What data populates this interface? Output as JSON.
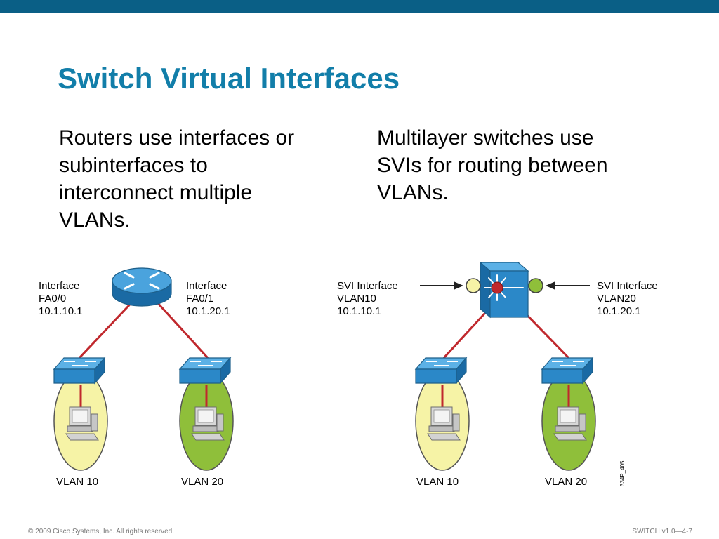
{
  "slide": {
    "title": "Switch Virtual Interfaces",
    "left_text": [
      "Routers use interfaces or",
      "subinterfaces to",
      "interconnect multiple",
      "VLANs."
    ],
    "right_text": [
      "Multilayer switches use",
      "SVIs for routing between",
      "VLANs."
    ]
  },
  "left_diagram": {
    "interface_left": [
      "Interface",
      "FA0/0",
      "10.1.10.1"
    ],
    "interface_right": [
      "Interface",
      "FA0/1",
      "10.1.20.1"
    ],
    "vlan_left": "VLAN 10",
    "vlan_right": "VLAN 20"
  },
  "right_diagram": {
    "svi_left": [
      "SVI Interface",
      "VLAN10",
      "10.1.10.1"
    ],
    "svi_right": [
      "SVI Interface",
      "VLAN20",
      "10.1.20.1"
    ],
    "vlan_left": "VLAN 10",
    "vlan_right": "VLAN 20"
  },
  "figure_id": "334P_405",
  "footer": {
    "left": "© 2009 Cisco Systems, Inc. All rights reserved.",
    "right": "SWITCH v1.0—4-7"
  },
  "colors": {
    "header_bar": "#0a5f86",
    "title": "#127ea9",
    "link": "#c0282d",
    "vlan10_fill": "#f6f3a6",
    "vlan20_fill": "#8fbf3a",
    "device_blue": "#2b88c8"
  }
}
